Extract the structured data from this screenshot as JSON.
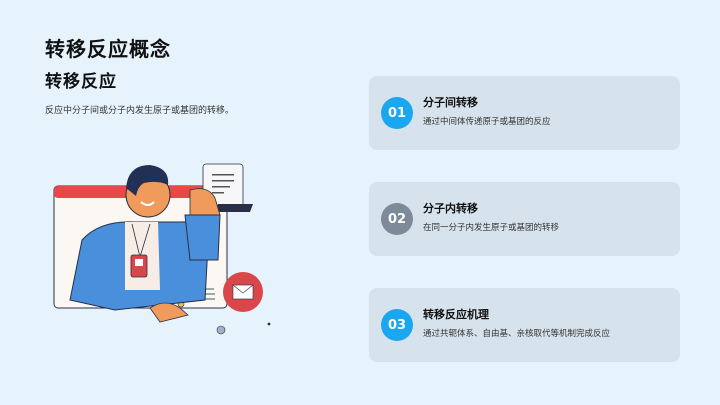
{
  "header": {
    "title": "转移反应概念",
    "subtitle": "转移反应",
    "description": "反应中分子间或分子内发生原子或基团的转移。"
  },
  "colors": {
    "background": "#e6f3fd",
    "card": "#d7e3ec",
    "accent_blue": "#1aa7f0",
    "accent_gray": "#7d8a9a",
    "window_red": "#e84848",
    "jacket_blue": "#4a8fdb"
  },
  "cards": [
    {
      "number": "01",
      "title": "分子间转移",
      "description": "通过中间体传递原子或基团的反应",
      "badge_color": "#1aa7f0"
    },
    {
      "number": "02",
      "title": "分子内转移",
      "description": "在同一分子内发生原子或基团的转移",
      "badge_color": "#7d8a9a"
    },
    {
      "number": "03",
      "title": "转移反应机理",
      "description": "通过共轭体系、自由基、亲核取代等机制完成反应",
      "badge_color": "#1aa7f0"
    }
  ],
  "illustration": {
    "icons": [
      "browser-window-icon",
      "person-icon",
      "document-icon",
      "mail-icon",
      "id-badge-icon"
    ]
  }
}
